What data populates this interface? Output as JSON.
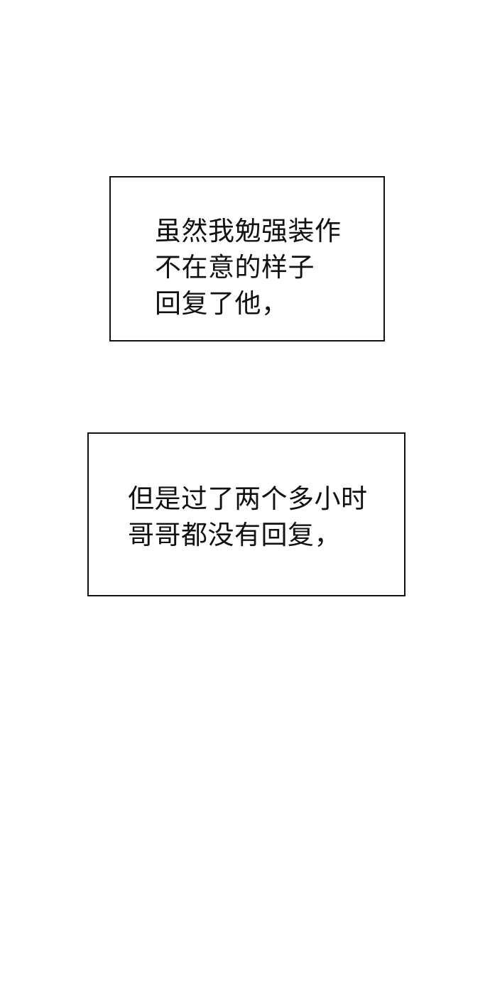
{
  "captions": [
    {
      "lines": [
        "虽然我勉强装作",
        "不在意的样子",
        "回复了他，"
      ]
    },
    {
      "lines": [
        "但是过了两个多小时",
        "哥哥都没有回复，"
      ]
    }
  ]
}
